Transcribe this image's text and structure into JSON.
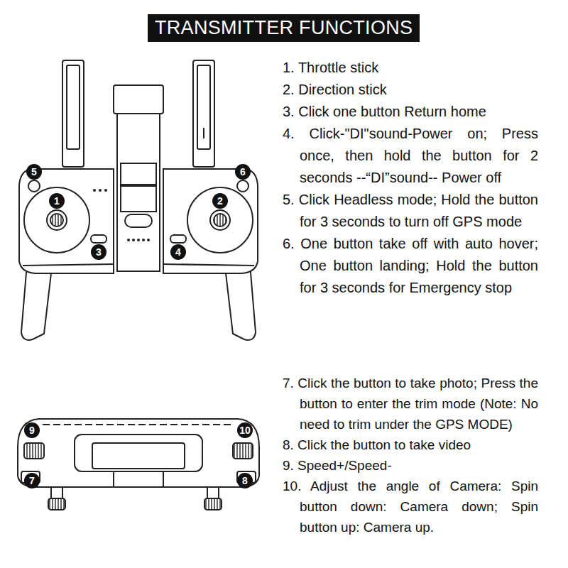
{
  "diagram": {
    "title": "TRANSMITTER FUNCTIONS",
    "labels": [
      "1. Throttle stick",
      "2. Direction stick",
      "3. Click one button Return home",
      "4. Click-\"DI\"sound-Power on; Press once, then hold the button for 2 seconds --“DI”sound-- Power off",
      "5. Click Headless mode; Hold the button for 3 seconds to turn off GPS mode",
      "6. One button take off with auto hover; One button landing; Hold the button for 3 seconds for Emergency stop",
      "7. Click the button to take photo; Press the button to enter the trim mode (Note: No need to trim under the GPS MODE)",
      "8. Click the button to take video",
      "9. Speed+/Speed-",
      "10. Adjust the angle of Camera: Spin button down: Camera down; Spin button up: Camera up.",
      "1",
      "2",
      "3",
      "4",
      "5",
      "6",
      "7",
      "8",
      "9",
      "10"
    ]
  }
}
